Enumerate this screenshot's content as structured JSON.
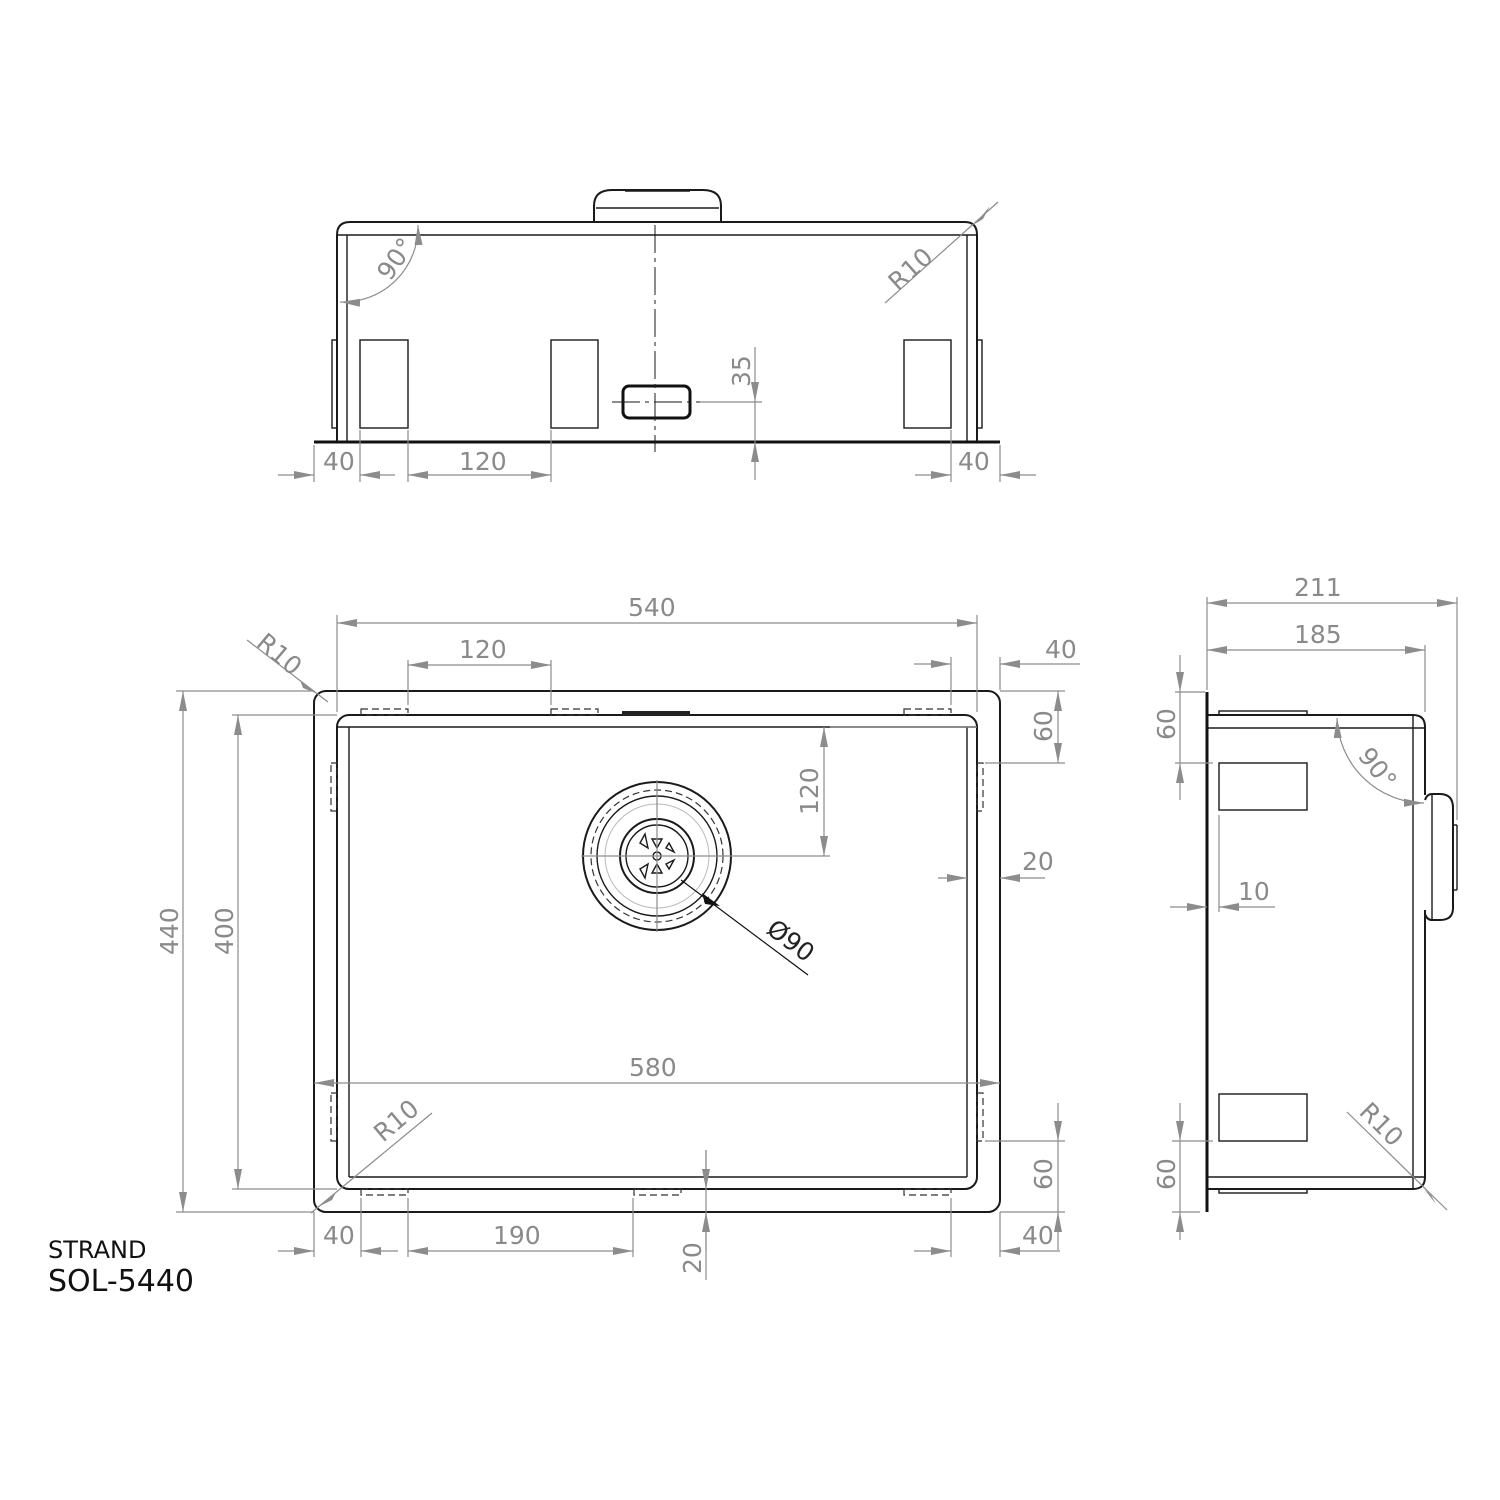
{
  "drawing": {
    "brand": "STRAND",
    "model": "SOL-5440",
    "units": "mm"
  },
  "views": {
    "front_view": {
      "dims": {
        "angle": "90°",
        "radius": "R10",
        "bracket_height": "35",
        "left_offset": "40",
        "bracket_spacing": "120",
        "right_offset": "40"
      }
    },
    "top_view": {
      "dims": {
        "overall_inner_width": "540",
        "bracket_spacing_top": "120",
        "right_top_offset": "40",
        "corner_radius_top": "R10",
        "overall_depth": "440",
        "inner_depth": "400",
        "drain_offset_from_top": "120",
        "right_flange": "20",
        "right_bracket_offset": "60",
        "drain_diameter": "Ø90",
        "overall_width": "580",
        "corner_radius_bottom": "R10",
        "bottom_left_offset": "40",
        "bottom_bracket_spacing": "190",
        "bottom_flange": "20",
        "right_bottom_bracket_offset": "60",
        "right_bottom_offset": "40"
      }
    },
    "side_view": {
      "dims": {
        "overall_height": "211",
        "bowl_height": "185",
        "top_bracket_offset": "60",
        "angle": "90°",
        "flange_thickness": "10",
        "radius": "R10",
        "bottom_bracket_offset": "60"
      }
    }
  }
}
